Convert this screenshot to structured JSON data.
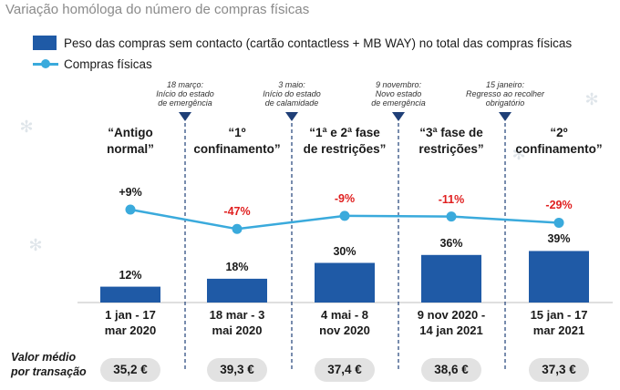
{
  "title": "Variação homóloga do número de compras físicas",
  "legend": {
    "bar_label": "Peso das compras sem contacto (cartão contactless + MB WAY) no total das compras físicas",
    "line_label": "Compras físicas"
  },
  "events": [
    {
      "text": "18 março:\nInício do estado\nde emergência"
    },
    {
      "text": "3 maio:\nInício do estado\nde calamidade"
    },
    {
      "text": "9 novembro:\nNovo estado\nde emergência"
    },
    {
      "text": "15 janeiro:\nRegresso ao recolher\nobrigatório"
    }
  ],
  "periods": [
    "“Antigo\nnormal”",
    "“1º\nconfinamento”",
    "“1ª e 2ª fase\nde restrições”",
    "“3ª fase de\nrestrições”",
    "“2º\nconfinamento”"
  ],
  "avg_label": "Valor médio\npor transação",
  "avg_values": [
    "35,2 €",
    "39,3 €",
    "37,4 €",
    "38,6 €",
    "37,3 €"
  ],
  "colors": {
    "bar": "#1f5aa6",
    "line": "#3aaadc",
    "negative": "#e02020",
    "positive": "#1a1a1a"
  },
  "chart_data": {
    "type": "bar",
    "categories": [
      "1 jan - 17\nmar 2020",
      "18 mar - 3\nmai 2020",
      "4 mai - 8\nnov 2020",
      "9 nov 2020 -\n14 jan 2021",
      "15 jan - 17\nmar 2021"
    ],
    "series": [
      {
        "name": "Peso das compras sem contacto (cartão contactless + MB WAY) no total das compras físicas",
        "type": "bar",
        "values": [
          12,
          18,
          30,
          36,
          39
        ],
        "labels": [
          "12%",
          "18%",
          "30%",
          "36%",
          "39%"
        ]
      },
      {
        "name": "Compras físicas",
        "type": "line",
        "values": [
          9,
          -47,
          -9,
          -11,
          -29
        ],
        "labels": [
          "+9%",
          "-47%",
          "-9%",
          "-11%",
          "-29%"
        ]
      }
    ]
  }
}
